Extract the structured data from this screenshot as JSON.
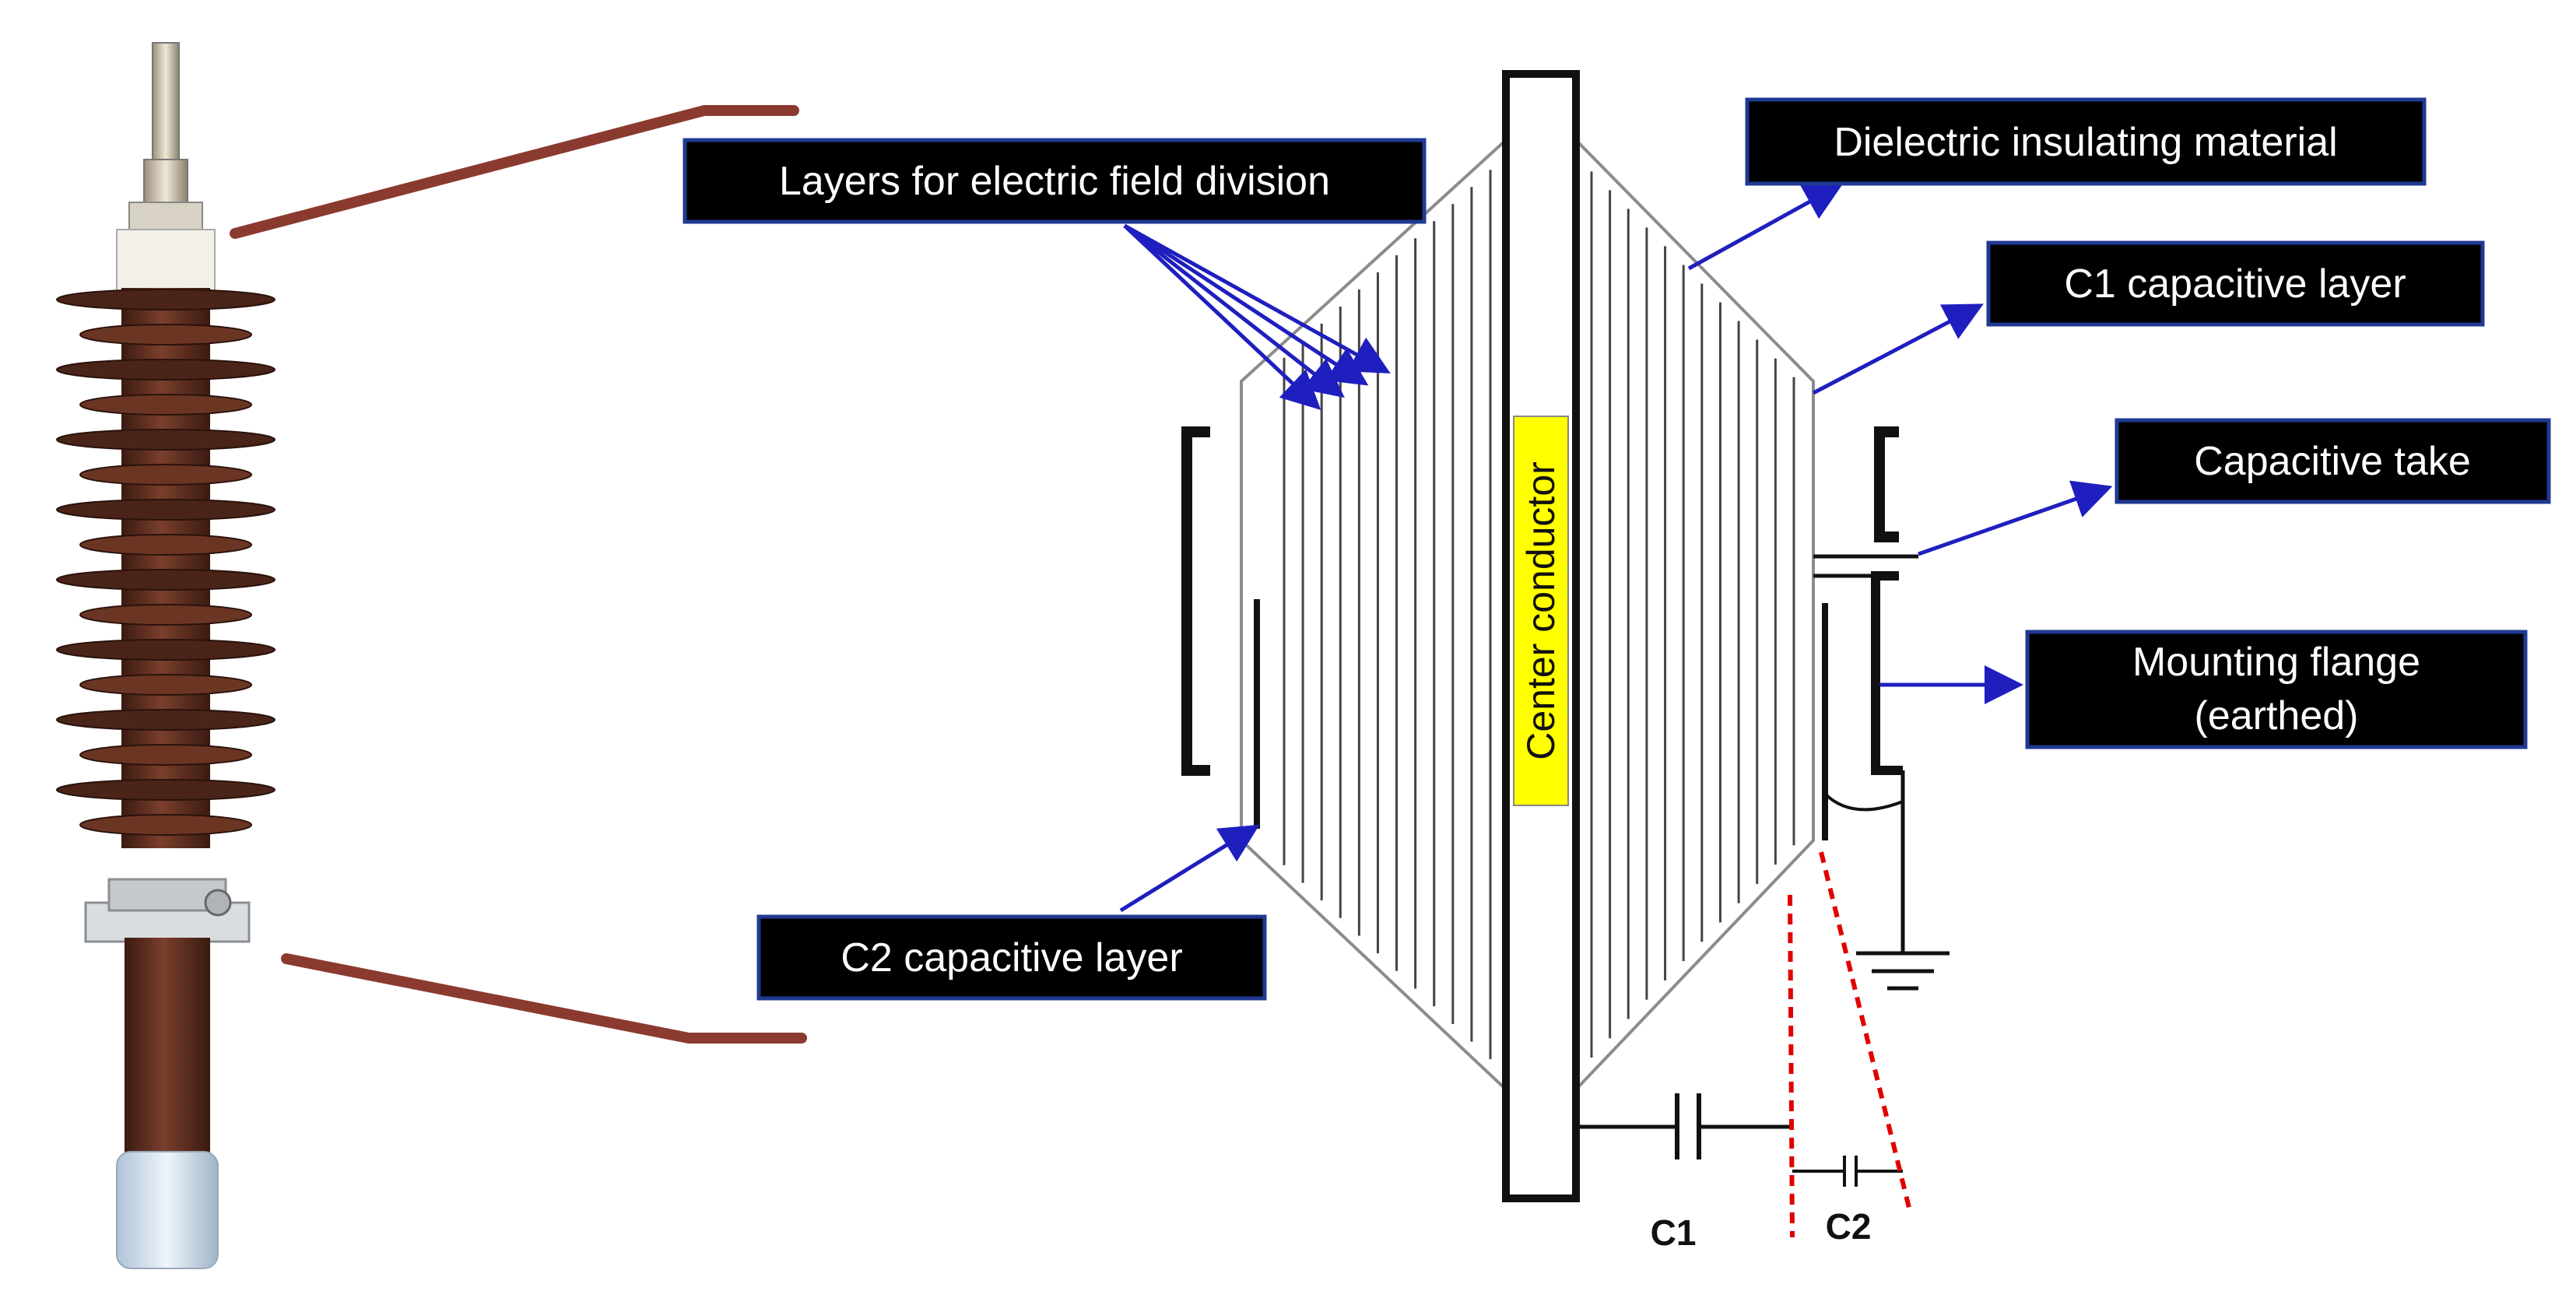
{
  "labels": {
    "layers": "Layers for electric field division",
    "dielectric": "Dielectric insulating material",
    "c1_layer": "C1 capacitive layer",
    "capacitive_take": "Capacitive take",
    "flange_line1": "Mounting flange",
    "flange_line2": "(earthed)",
    "c2_layer": "C2 capacitive layer",
    "center_conductor": "Center conductor",
    "c1": "C1",
    "c2": "C2"
  },
  "colors": {
    "callout_bg": "#000000",
    "callout_border": "#1f3a93",
    "arrow": "#1f1fbf",
    "leader": "#8b3a2f",
    "dashed": "#e00000",
    "conductor_fill": "#ffff00",
    "porcelain": "#5a2a1e"
  },
  "icons": [
    "bushing-photo",
    "capacitor-symbol",
    "ground-symbol"
  ]
}
